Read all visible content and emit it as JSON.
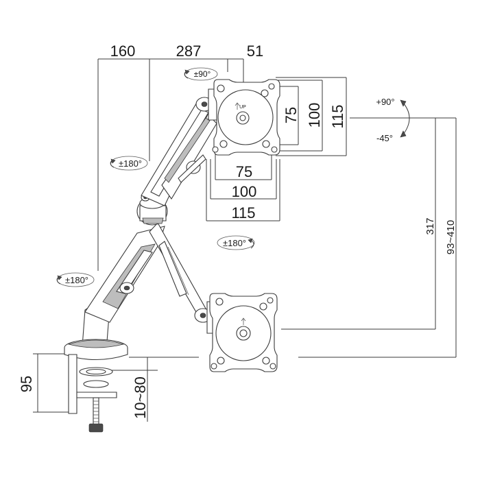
{
  "dimensions": {
    "top": [
      "160",
      "287",
      "51"
    ],
    "vesa_vertical": [
      "75",
      "100",
      "115"
    ],
    "vesa_horizontal": [
      "75",
      "100",
      "115"
    ],
    "height_range": "93~410",
    "height_317": "317",
    "clamp_height": "95",
    "desk_thickness": "10~80"
  },
  "rotations": {
    "swivel_head": "±90°",
    "joint_upper": "±180°",
    "joint_middle": "±180°",
    "joint_base": "±180°",
    "tilt_up": "+90°",
    "tilt_down": "-45°"
  },
  "plate_labels": {
    "upper_up": "UP"
  }
}
